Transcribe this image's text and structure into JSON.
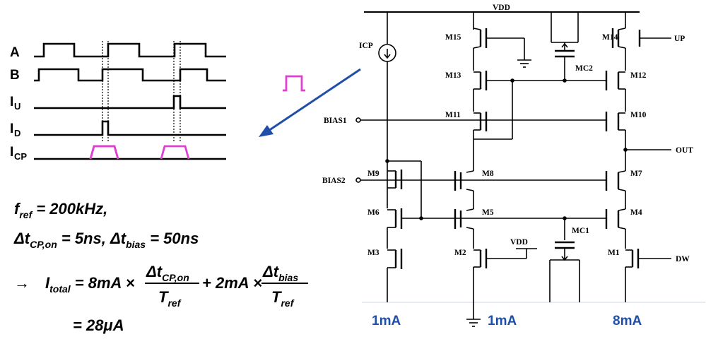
{
  "timing": {
    "signals": [
      {
        "name": "A",
        "sub": ""
      },
      {
        "name": "B",
        "sub": ""
      },
      {
        "name": "I",
        "sub": "U"
      },
      {
        "name": "I",
        "sub": "D"
      },
      {
        "name": "I",
        "sub": "CP"
      }
    ]
  },
  "equations": {
    "fref_f": "f",
    "fref_sub": "ref",
    "fref_rest": " = 200kHz,",
    "l2_a": "Δt",
    "l2_a_sub": "CP,on",
    "l2_a_rest": " = 5ns,  ",
    "l2_b": "Δt",
    "l2_b_sub": "bias",
    "l2_b_rest": " = 50ns",
    "arrow": "→",
    "l3_I": "I",
    "l3_I_sub": "total",
    "l3_mid": " = 8mA ×",
    "frac1_num": "Δt",
    "frac1_num_sub": "CP,on",
    "frac1_den": "T",
    "frac1_den_sub": "ref",
    "l3_plus": "+ 2mA ×",
    "frac2_num": "Δt",
    "frac2_num_sub": "bias",
    "frac2_den": "T",
    "frac2_den_sub": "ref",
    "l4": "= 28μA"
  },
  "circuit": {
    "nodes": {
      "vdd_top": "VDD",
      "vdd_small": "VDD",
      "icp": "ICP",
      "bias1": "BIAS1",
      "bias2": "BIAS2",
      "out": "OUT",
      "up": "UP",
      "dw": "DW"
    },
    "transistors": {
      "m1": "M1",
      "m2": "M2",
      "m3": "M3",
      "m4": "M4",
      "m5": "M5",
      "m6": "M6",
      "m7": "M7",
      "m8": "M8",
      "m9": "M9",
      "m10": "M10",
      "m11": "M11",
      "m12": "M12",
      "m13": "M13",
      "m14": "M14",
      "m15": "M15",
      "mc1": "MC1",
      "mc2": "MC2"
    },
    "currents": [
      "1mA",
      "1mA",
      "8mA"
    ]
  },
  "colors": {
    "pulse": "#e040d0",
    "arrow": "#1f4fa8",
    "current_text": "#1f4fa8"
  }
}
